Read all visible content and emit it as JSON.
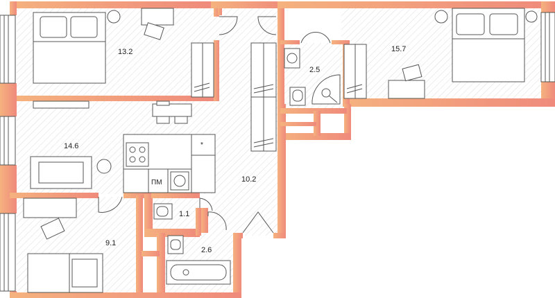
{
  "plan": {
    "rooms": [
      {
        "id": "bedroom-left",
        "area": "13.2"
      },
      {
        "id": "bedroom-right",
        "area": "15.7"
      },
      {
        "id": "bathroom-top",
        "area": "2.5"
      },
      {
        "id": "living-kitchen",
        "area": "14.6"
      },
      {
        "id": "hallway",
        "area": "10.2"
      },
      {
        "id": "toilet",
        "area": "1.1"
      },
      {
        "id": "bedroom-bottom",
        "area": "9.1"
      },
      {
        "id": "bathroom-bottom",
        "area": "2.6"
      }
    ],
    "appliance_label": "ПМ",
    "fridge_mark": "*"
  },
  "colors": {
    "wall_start": "#f5b27e",
    "wall_end": "#ef8a7c",
    "wall_light": "#f7c49a",
    "floor_hatch": "#d9d9d9",
    "furniture_stroke": "#555555"
  }
}
